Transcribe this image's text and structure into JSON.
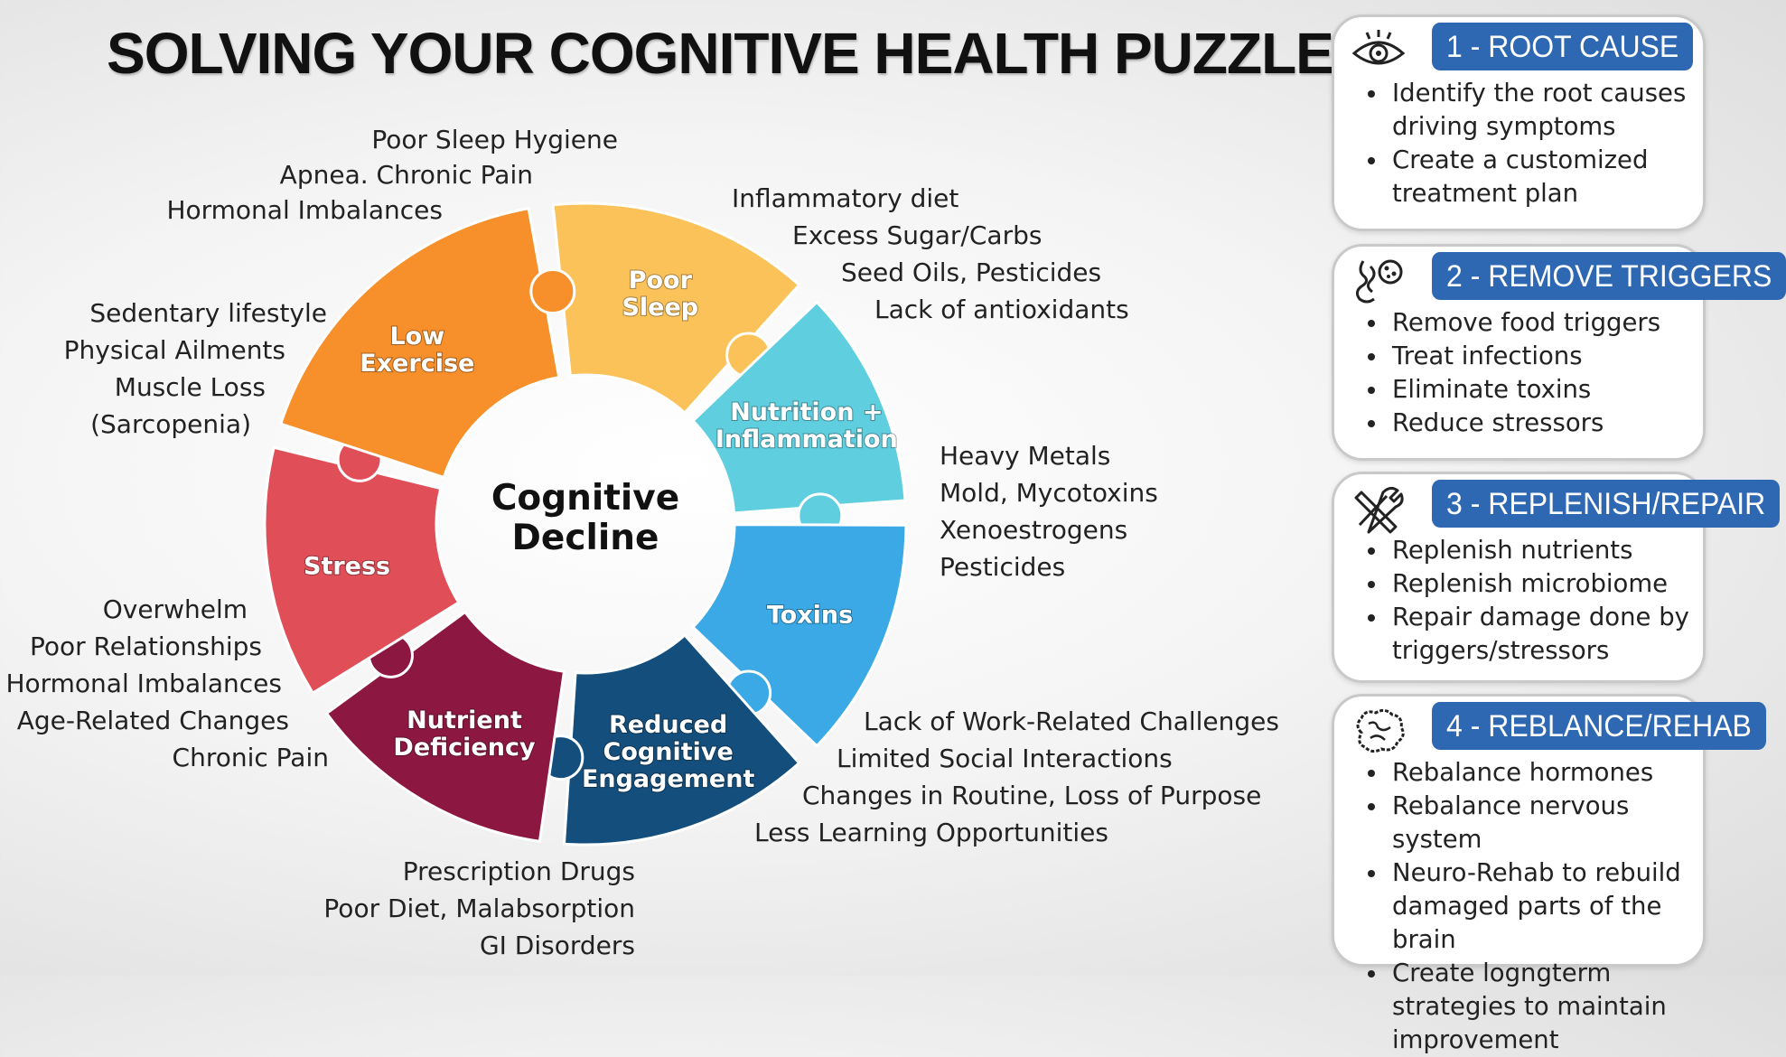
{
  "title": "SOLVING YOUR COGNITIVE HEALTH PUZZLE",
  "center": [
    "Cognitive",
    "Decline"
  ],
  "segments": [
    {
      "lines": [
        "Poor",
        "Sleep"
      ],
      "color": "#fcc25a"
    },
    {
      "lines": [
        "Nutrition +",
        "Inflammation"
      ],
      "color": "#5fcfe0"
    },
    {
      "lines": [
        "Toxins"
      ],
      "color": "#3aa9e6"
    },
    {
      "lines": [
        "Reduced",
        "Cognitive",
        "Engagement"
      ],
      "color": "#134e7c"
    },
    {
      "lines": [
        "Nutrient",
        "Deficiency"
      ],
      "color": "#8c1740"
    },
    {
      "lines": [
        "Stress"
      ],
      "color": "#e04e58"
    },
    {
      "lines": [
        "Low",
        "Exercise"
      ],
      "color": "#f7902b"
    }
  ],
  "causes": {
    "sleep": [
      "Poor Sleep Hygiene",
      "Apnea. Chronic Pain",
      "Hormonal Imbalances"
    ],
    "nutrition": [
      "Inflammatory diet",
      "Excess Sugar/Carbs",
      "Seed Oils, Pesticides",
      "Lack of antioxidants"
    ],
    "toxins": [
      "Heavy Metals",
      "Mold, Mycotoxins",
      "Xenoestrogens",
      "Pesticides"
    ],
    "engagement": [
      "Lack of Work-Related Challenges",
      "Limited Social Interactions",
      "Changes in Routine, Loss of Purpose",
      "Less Learning Opportunities"
    ],
    "deficiency": [
      "Prescription Drugs",
      "Poor Diet, Malabsorption",
      "GI Disorders"
    ],
    "stress": [
      "Overwhelm",
      "Poor Relationships",
      "Hormonal Imbalances",
      "Age-Related Changes",
      "Chronic Pain"
    ],
    "exercise": [
      "Sedentary lifestyle",
      "Physical Ailments",
      "Muscle Loss",
      "(Sarcopenia)"
    ]
  },
  "cards": [
    {
      "heading": "1 - ROOT CAUSE",
      "icon": "eye-icon",
      "items": [
        "Identify the root causes driving symptoms",
        "Create a customized treatment plan"
      ]
    },
    {
      "heading": "2 -  REMOVE TRIGGERS",
      "icon": "digestive-system-icon",
      "items": [
        "Remove food triggers",
        "Treat infections",
        "Eliminate toxins",
        "Reduce stressors"
      ]
    },
    {
      "heading": "3 - REPLENISH/REPAIR",
      "icon": "tools-icon",
      "items": [
        "Replenish nutrients",
        "Replenish microbiome",
        "Repair damage done by triggers/stressors"
      ]
    },
    {
      "heading": "4 -  REBLANCE/REHAB",
      "icon": "brain-icon",
      "items": [
        "Rebalance hormones",
        "Rebalance nervous system",
        "Neuro-Rehab to rebuild damaged parts of the brain",
        "Create logngterm strategies to maintain improvement"
      ]
    }
  ]
}
